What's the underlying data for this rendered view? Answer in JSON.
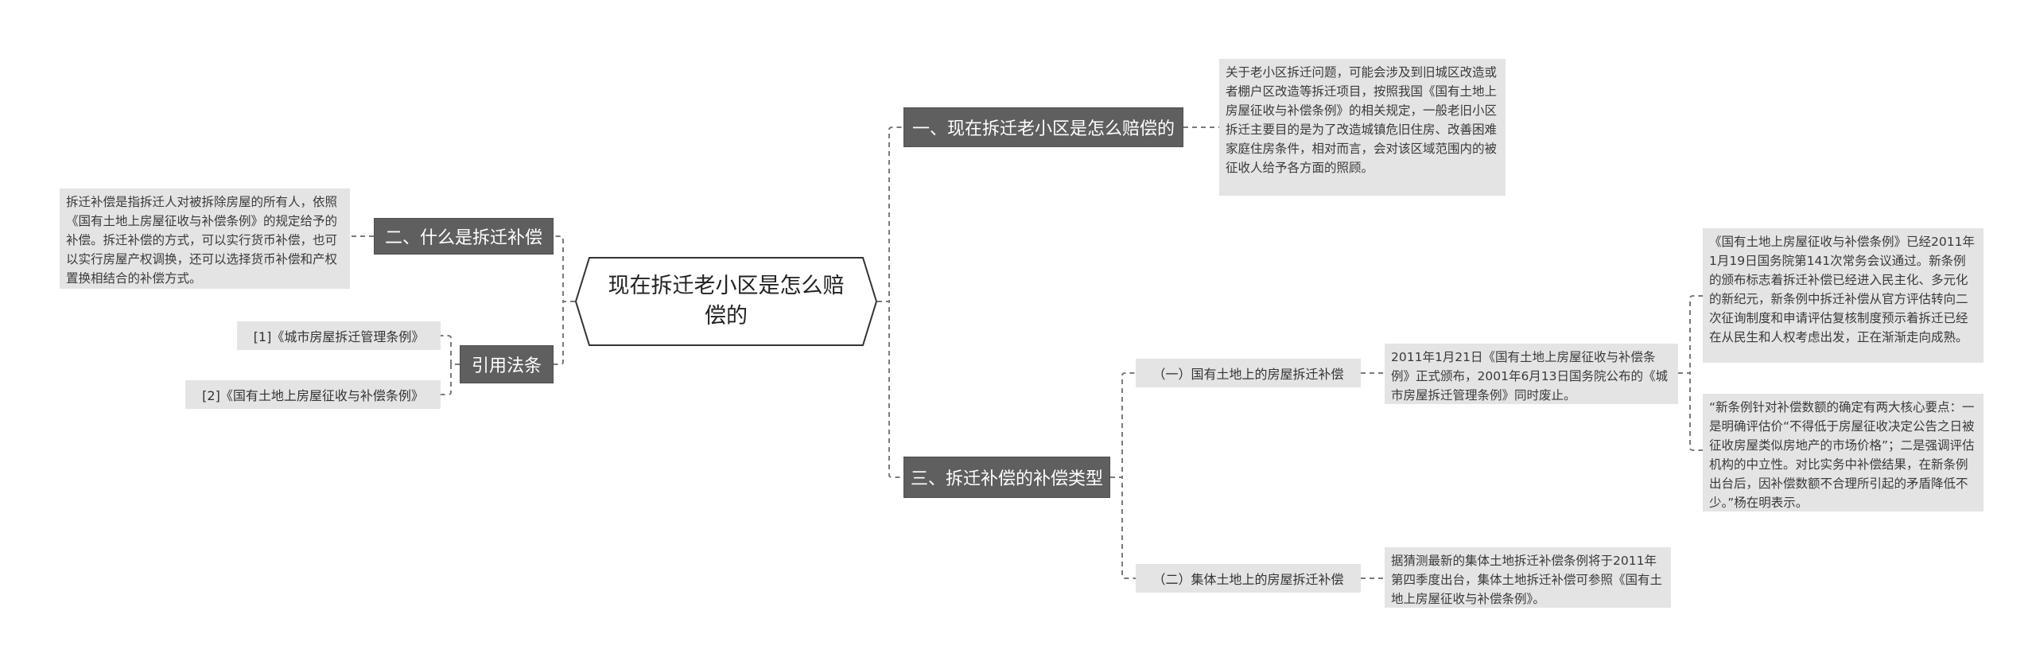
{
  "root": {
    "title": "现在拆迁老小区是怎么赔偿的"
  },
  "branches": {
    "b1": {
      "label": "一、现在拆迁老小区是怎么赔偿的",
      "detail": "关于老小区拆迁问题，可能会涉及到旧城区改造或者棚户区改造等拆迁项目，按照我国《国有土地上房屋征收与补偿条例》的相关规定，一般老旧小区拆迁主要目的是为了改造城镇危旧住房、改善困难家庭住房条件，相对而言，会对该区域范围内的被征收人给予各方面的照顾。"
    },
    "b2": {
      "label": "二、什么是拆迁补偿",
      "detail": "拆迁补偿是指拆迁人对被拆除房屋的所有人，依照《国有土地上房屋征收与补偿条例》的规定给予的补偿。拆迁补偿的方式，可以实行货币补偿，也可以实行房屋产权调换，还可以选择货币补偿和产权置换相结合的补偿方式。"
    },
    "b3": {
      "label": "引用法条",
      "refs": [
        "[1]《城市房屋拆迁管理条例》",
        "[2]《国有土地上房屋征收与补偿条例》"
      ]
    },
    "b4": {
      "label": "三、拆迁补偿的补偿类型",
      "sub1": {
        "label": "（一）国有土地上的房屋拆迁补偿",
        "detail": "2011年1月21日《国有土地上房屋征收与补偿条例》正式颁布，2001年6月13日国务院公布的《城市房屋拆迁管理条例》同时废止。",
        "notes": [
          "《国有土地上房屋征收与补偿条例》已经2011年1月19日国务院第141次常务会议通过。新条例的颁布标志着拆迁补偿已经进入民主化、多元化的新纪元，新条例中拆迁补偿从官方评估转向二次征询制度和申请评估复核制度预示着拆迁已经在从民生和人权考虑出发，正在渐渐走向成熟。",
          "“新条例针对补偿数额的确定有两大核心要点：一是明确评估价“不得低于房屋征收决定公告之日被征收房屋类似房地产的市场价格”；二是强调评估机构的中立性。对比实务中补偿结果，在新条例出台后，因补偿数额不合理所引起的矛盾降低不少。”杨在明表示。"
        ]
      },
      "sub2": {
        "label": "（二）集体土地上的房屋拆迁补偿",
        "detail": "据猜测最新的集体土地拆迁补偿条例将于2011年第四季度出台，集体土地拆迁补偿可参照《国有土地上房屋征收与补偿条例》。"
      }
    }
  }
}
